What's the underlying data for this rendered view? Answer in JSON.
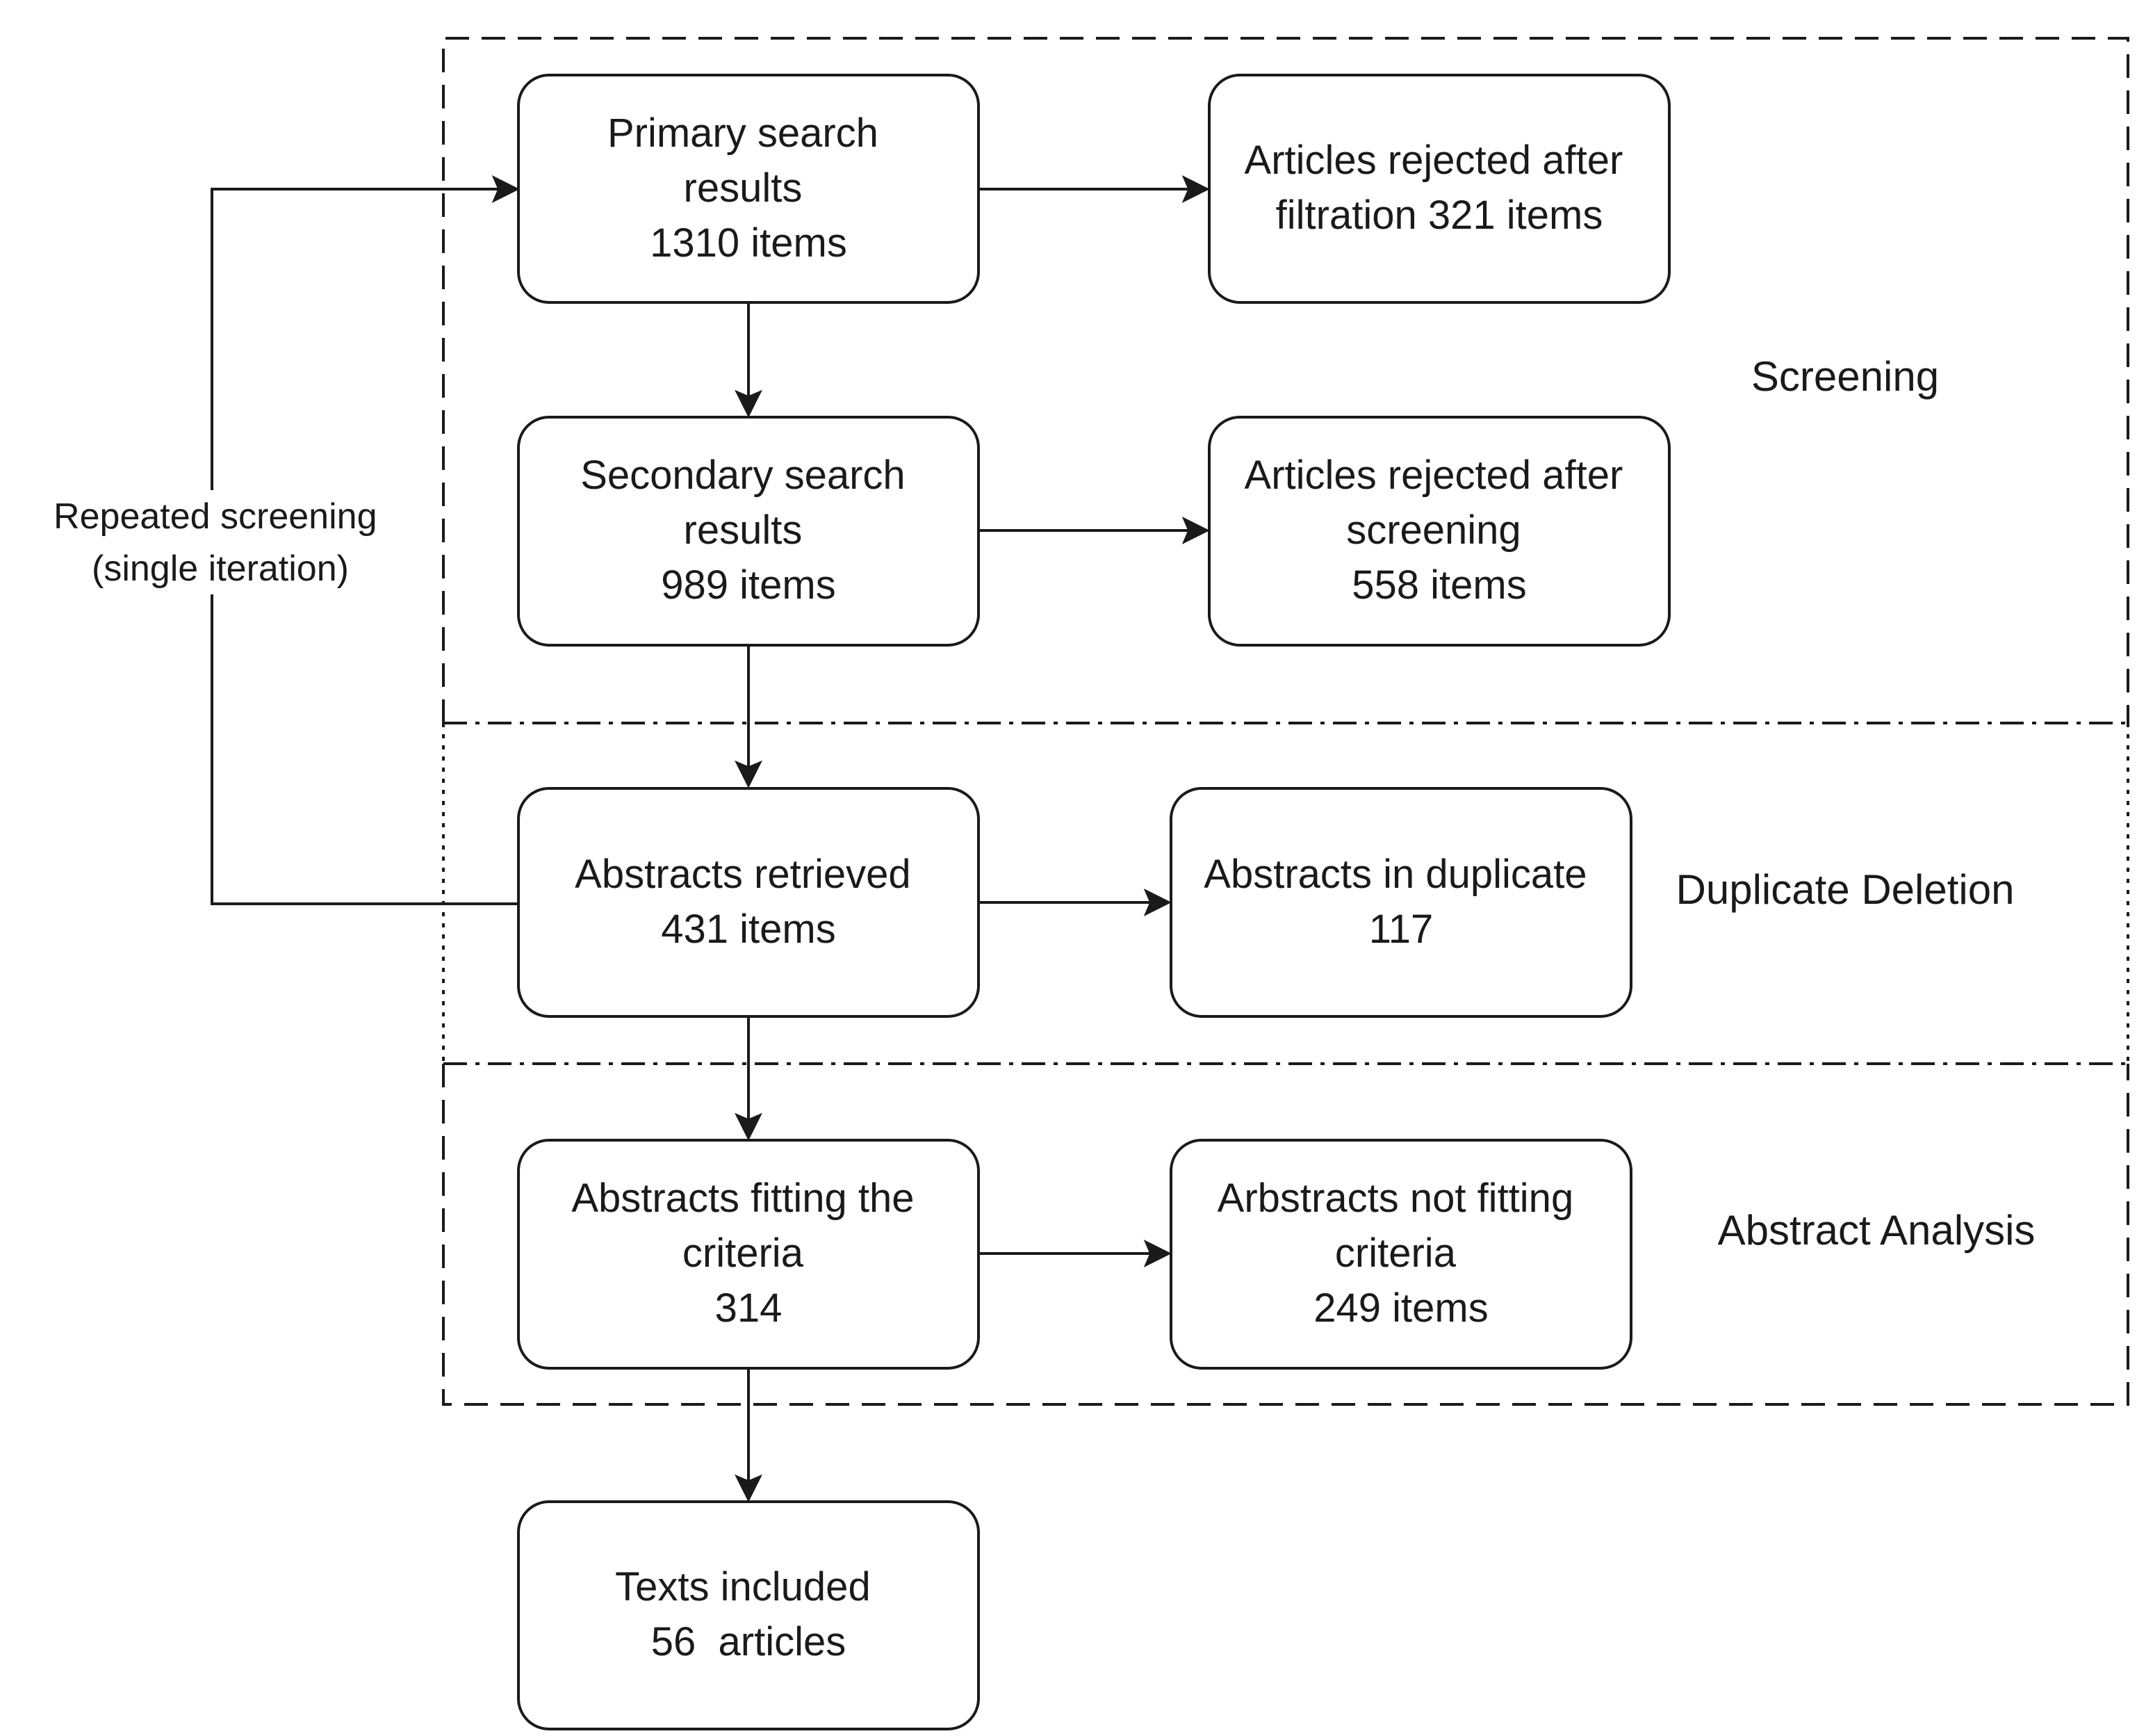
{
  "nodes": {
    "primary": {
      "lines": [
        "Primary search",
        "results",
        "1310 items"
      ]
    },
    "rejected1": {
      "lines": [
        "Articles rejected after",
        "filtration 321 items"
      ]
    },
    "secondary": {
      "lines": [
        "Secondary search",
        "results",
        "989 items"
      ]
    },
    "rejected2": {
      "lines": [
        "Articles rejected after",
        "screening",
        "558 items"
      ]
    },
    "abstracts": {
      "lines": [
        "Abstracts retrieved",
        "431 items"
      ]
    },
    "duplicate": {
      "lines": [
        "Abstracts in duplicate",
        "117"
      ]
    },
    "fitting": {
      "lines": [
        "Abstracts fitting the",
        "criteria",
        "314"
      ]
    },
    "notfit": {
      "lines": [
        "Arbstracts not fitting",
        "criteria",
        "249 items"
      ]
    },
    "included": {
      "lines": [
        "Texts included",
        "56  articles"
      ]
    }
  },
  "stages": {
    "screening": "Screening",
    "duplicate": "Duplicate Deletion",
    "analysis": "Abstract Analysis"
  },
  "loop": {
    "lines": [
      "Repeated screening",
      "(single iteration)"
    ]
  }
}
